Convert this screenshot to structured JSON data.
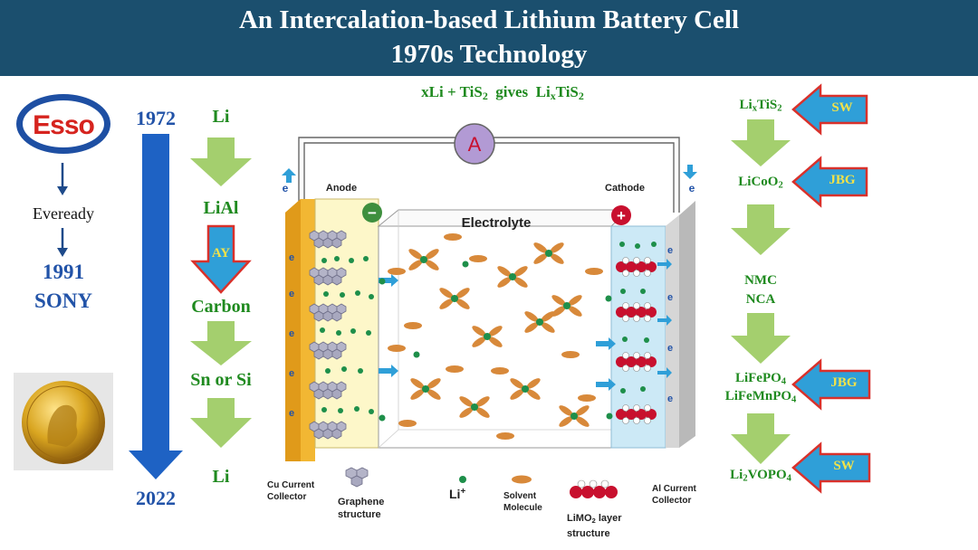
{
  "title": {
    "line1": "An Intercalation-based Lithium Battery Cell",
    "line2": "1970s Technology"
  },
  "esso_logo": "Esso",
  "history": {
    "company_1": "Eveready",
    "year_1991": "1991",
    "company_2": "SONY"
  },
  "timeline": {
    "start": "1972",
    "end": "2022"
  },
  "anode_progression": {
    "item_1": "Li",
    "item_2": "LiAl",
    "arrow_label": "AY",
    "item_3": "Carbon",
    "item_4": "Sn or Si",
    "item_5": "Li"
  },
  "reaction": {
    "part1": "xLi + TiS",
    "sub1": "2",
    "part2": "  gives  Li",
    "sub2": "x",
    "part3": "TiS",
    "sub3": "2"
  },
  "cell": {
    "ammeter": "A",
    "electron_symbol": "e",
    "anode_label": "Anode",
    "cathode_label": "Cathode",
    "electrolyte_label": "Electrolyte",
    "minus": "−",
    "plus": "+"
  },
  "legend": {
    "cu_line1": "Cu Current",
    "cu_line2": "Collector",
    "graphene_line1": "Graphene",
    "graphene_line2": "structure",
    "li_ion": "Li",
    "li_ion_sup": "+",
    "solvent_line1": "Solvent",
    "solvent_line2": "Molecule",
    "limo_line1": "LiMO",
    "limo_sub": "2",
    "limo_line1_rest": " layer",
    "limo_line2": "structure",
    "al_line1": "Al Current",
    "al_line2": "Collector"
  },
  "cathode_progression": {
    "lixtis2": {
      "base": "Li",
      "sub_x": "x",
      "mid": "TiS",
      "sub_2": "2"
    },
    "licoo2": {
      "base": "LiCoO",
      "sub_2": "2"
    },
    "nmc": "NMC",
    "nca": "NCA",
    "lifepo4": {
      "base": "LiFePO",
      "sub_4": "4"
    },
    "lifemnpo4": {
      "base": "LiFeMnPO",
      "sub_4": "4"
    },
    "li2vopo4": {
      "li": "Li",
      "sub_2": "2",
      "rest": "VOPO",
      "sub_4": "4"
    }
  },
  "contributors": {
    "sw_1": "SW",
    "jbg_1": "JBG",
    "jbg_2": "JBG",
    "sw_2": "SW"
  },
  "colors": {
    "banner": "#1b4f6e",
    "green_text": "#1f8a1f",
    "blue_text": "#2253a8",
    "arrow_green": "#a4cf6e",
    "arrow_blue": "#2f9fd8",
    "anode_bg": "#fdf7c9",
    "cathode_bg": "#cce9f6"
  },
  "icons": [
    "esso-logo",
    "down-arrow-icon",
    "nobel-medal-image",
    "ammeter-icon",
    "electron-arrow-icon",
    "li-ion-icon",
    "solvent-molecule-icon",
    "limo2-layer-icon"
  ]
}
